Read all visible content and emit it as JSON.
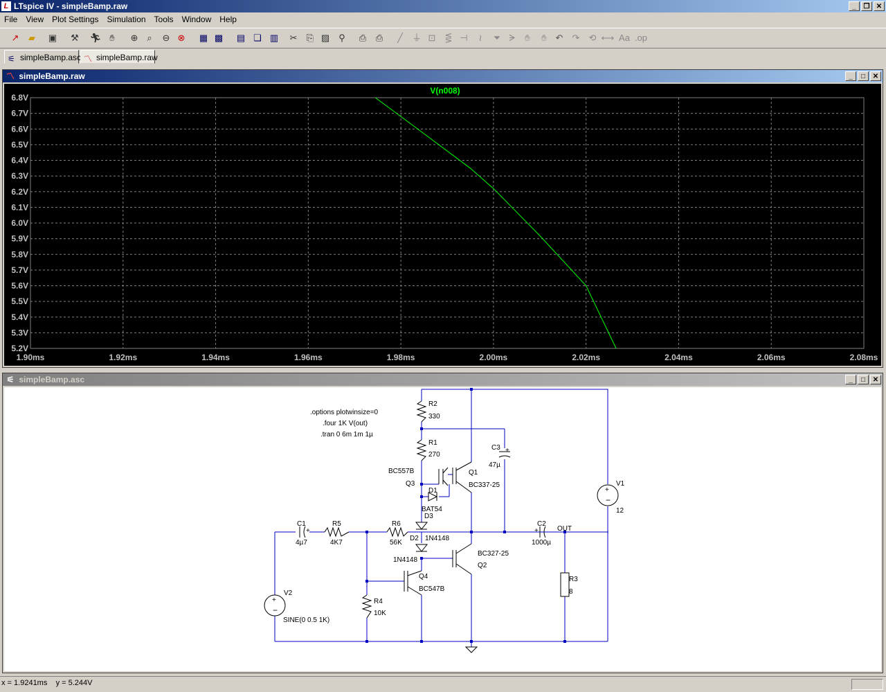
{
  "window": {
    "title": "LTspice IV - simpleBamp.raw",
    "app_icon_letter": "L"
  },
  "menu": [
    "File",
    "View",
    "Plot Settings",
    "Simulation",
    "Tools",
    "Window",
    "Help"
  ],
  "tabs": [
    {
      "label": "simpleBamp.asc",
      "icon": "schematic-icon"
    },
    {
      "label": "simpleBamp.raw",
      "icon": "waveform-icon"
    }
  ],
  "plot_window": {
    "title": "simpleBamp.raw",
    "trace_label": "V(n008)",
    "trace_color": "#00ff00"
  },
  "schematic_window": {
    "title": "simpleBamp.asc"
  },
  "chart_data": {
    "type": "line",
    "title": "V(n008)",
    "x_ticks": [
      "1.90ms",
      "1.92ms",
      "1.94ms",
      "1.96ms",
      "1.98ms",
      "2.00ms",
      "2.02ms",
      "2.04ms",
      "2.06ms",
      "2.08ms"
    ],
    "y_ticks": [
      "6.8V",
      "6.7V",
      "6.6V",
      "6.5V",
      "6.4V",
      "6.3V",
      "6.2V",
      "6.1V",
      "6.0V",
      "5.9V",
      "5.8V",
      "5.7V",
      "5.6V",
      "5.5V",
      "5.4V",
      "5.3V",
      "5.2V"
    ],
    "xlim": [
      1.9,
      2.08
    ],
    "ylim": [
      5.2,
      6.8
    ],
    "grid": true,
    "series": [
      {
        "name": "V(n008)",
        "x": [
          1.9745,
          1.985,
          1.995,
          2.0,
          2.01,
          2.02,
          2.0265
        ],
        "y": [
          6.8,
          6.57,
          6.35,
          6.22,
          5.92,
          5.6,
          5.2
        ]
      }
    ]
  },
  "schematic": {
    "directives": [
      ".options plotwinsize=0",
      ".four 1K V(out)",
      ".tran 0 6m 1m 1µ"
    ],
    "labels": {
      "r2": "R2",
      "r2v": "330",
      "r1": "R1",
      "r1v": "270",
      "c3": "C3",
      "c3v": "47µ",
      "q3m": "BC557B",
      "q3": "Q3",
      "q1": "Q1",
      "q1m": "BC337-25",
      "d1": "D1",
      "d1m": "BAT54",
      "d3": "D3",
      "r6": "R6",
      "r6v": "56K",
      "d2": "D2",
      "d2m": "1N4148",
      "d4m": "1N4148",
      "q2m": "BC327-25",
      "q2": "Q2",
      "q4": "Q4",
      "q4m": "BC547B",
      "c1": "C1",
      "c1v": "4µ7",
      "r5": "R5",
      "r5v": "4K7",
      "r4": "R4",
      "r4v": "10K",
      "v2": "V2",
      "v2v": "SINE(0 0.5 1K)",
      "c2": "C2",
      "c2v": "1000µ",
      "out": "OUT",
      "r3": "R3",
      "r3v": "8",
      "v1": "V1",
      "v1v": "12",
      "plus": "+"
    }
  },
  "status": {
    "text": "x = 1.9241ms    y = 5.244V"
  }
}
